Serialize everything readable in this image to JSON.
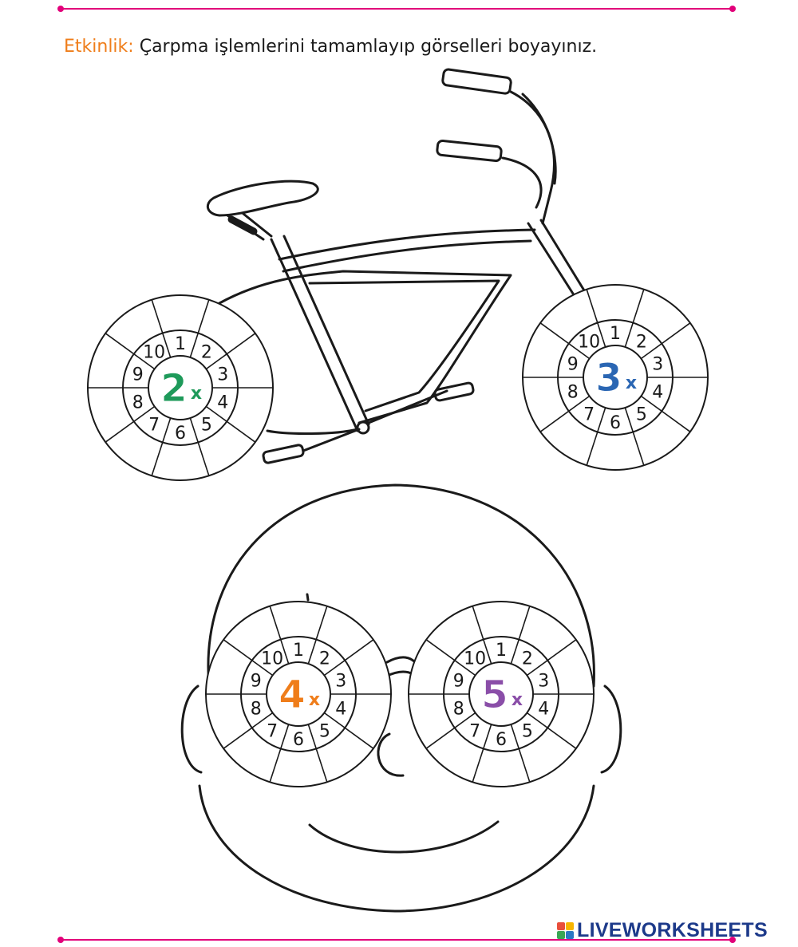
{
  "instruction": {
    "label": "Etkinlik:",
    "text": "Çarpma işlemlerini tamamlayıp görselleri boyayınız."
  },
  "wheel_numbers": [
    "1",
    "2",
    "3",
    "4",
    "5",
    "6",
    "7",
    "8",
    "9",
    "10"
  ],
  "wheels": [
    {
      "name": "bike-back-wheel",
      "multiplier": "2",
      "symbol": "x",
      "color": "#1e9a5a"
    },
    {
      "name": "bike-front-wheel",
      "multiplier": "3",
      "symbol": "x",
      "color": "#2a66b3"
    },
    {
      "name": "left-glasses-lens",
      "multiplier": "4",
      "symbol": "x",
      "color": "#ef7d1a"
    },
    {
      "name": "right-glasses-lens",
      "multiplier": "5",
      "symbol": "x",
      "color": "#8a4ea8"
    }
  ],
  "brand": {
    "name": "LIVEWORKSHEETS",
    "color": "#1d3a8a",
    "icon_colors": [
      "#e94e3c",
      "#f7b500",
      "#3aa655",
      "#2b78c4"
    ]
  },
  "accent_color": "#e2007a"
}
